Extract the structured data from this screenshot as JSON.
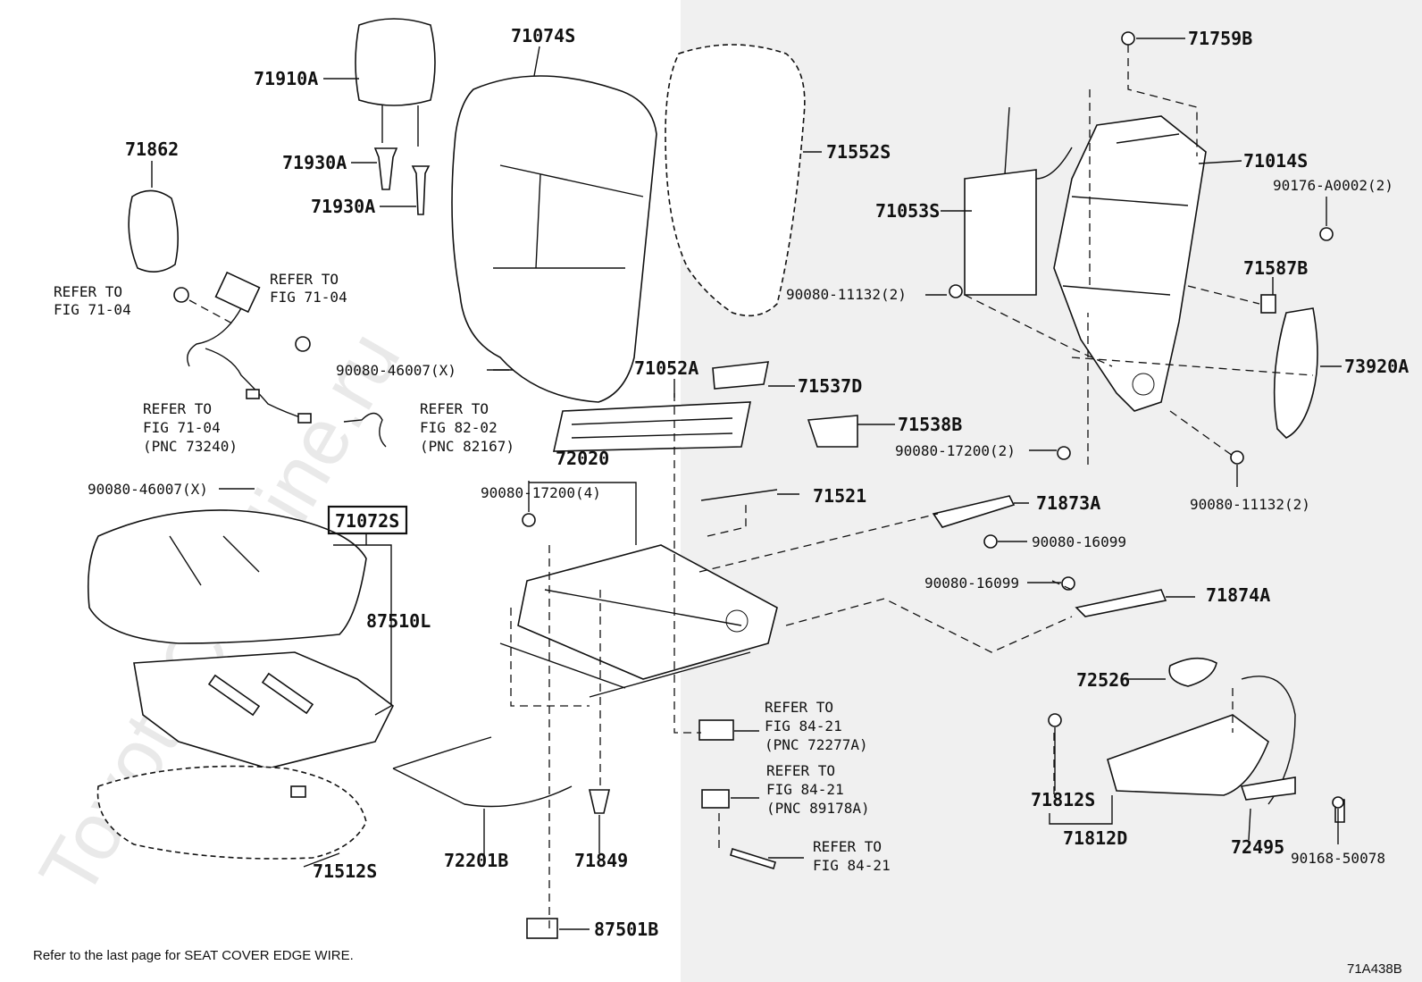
{
  "diagram": {
    "labels": {
      "p71910A": "71910A",
      "p71862": "71862",
      "p71930A_1": "71930A",
      "p71930A_2": "71930A",
      "p71074S": "71074S",
      "p71552S": "71552S",
      "p71759B": "71759B",
      "p71014S": "71014S",
      "p71053S": "71053S",
      "p90176": "90176-A0002(2)",
      "p90080_11132_a": "90080-11132(2)",
      "p71587B": "71587B",
      "p73920A": "73920A",
      "p71052A": "71052A",
      "p71537D": "71537D",
      "p71538B": "71538B",
      "p90080_17200_2": "90080-17200(2)",
      "p90080_11132_b": "90080-11132(2)",
      "p90080_46007_a": "90080-46007(X)",
      "p90080_46007_b": "90080-46007(X)",
      "p72020": "72020",
      "p90080_17200_4": "90080-17200(4)",
      "p71521": "71521",
      "p71873A": "71873A",
      "p90080_16099_a": "90080-16099",
      "p90080_16099_b": "90080-16099",
      "p71874A": "71874A",
      "p71072S": "71072S",
      "p87510L": "87510L",
      "p72526": "72526",
      "p71812S": "71812S",
      "p71812D": "71812D",
      "p72495": "72495",
      "p90168": "90168-50078",
      "p71512S": "71512S",
      "p72201B": "72201B",
      "p71849": "71849",
      "p87501B": "87501B"
    },
    "refers": {
      "r1": [
        "REFER TO",
        "FIG 71-04"
      ],
      "r2": [
        "REFER TO",
        "FIG 71-04"
      ],
      "r3": [
        "REFER TO",
        "FIG 71-04",
        "(PNC 73240)"
      ],
      "r4": [
        "REFER TO",
        "FIG 82-02",
        "(PNC 82167)"
      ],
      "r5": [
        "REFER TO",
        "FIG 84-21",
        "(PNC 72277A)"
      ],
      "r6": [
        "REFER TO",
        "FIG 84-21",
        "(PNC 89178A)"
      ],
      "r7": [
        "REFER TO",
        "FIG 84-21"
      ]
    },
    "footnote": "Refer to the last page for SEAT COVER EDGE WIRE.",
    "code": "71A438B",
    "watermark": "ToyotaCarMine.ru",
    "highlight_part": "71072S",
    "colors": {
      "ink": "#111111",
      "right_panel": "#f0f0f0",
      "watermark": "#cfcfcf"
    }
  }
}
